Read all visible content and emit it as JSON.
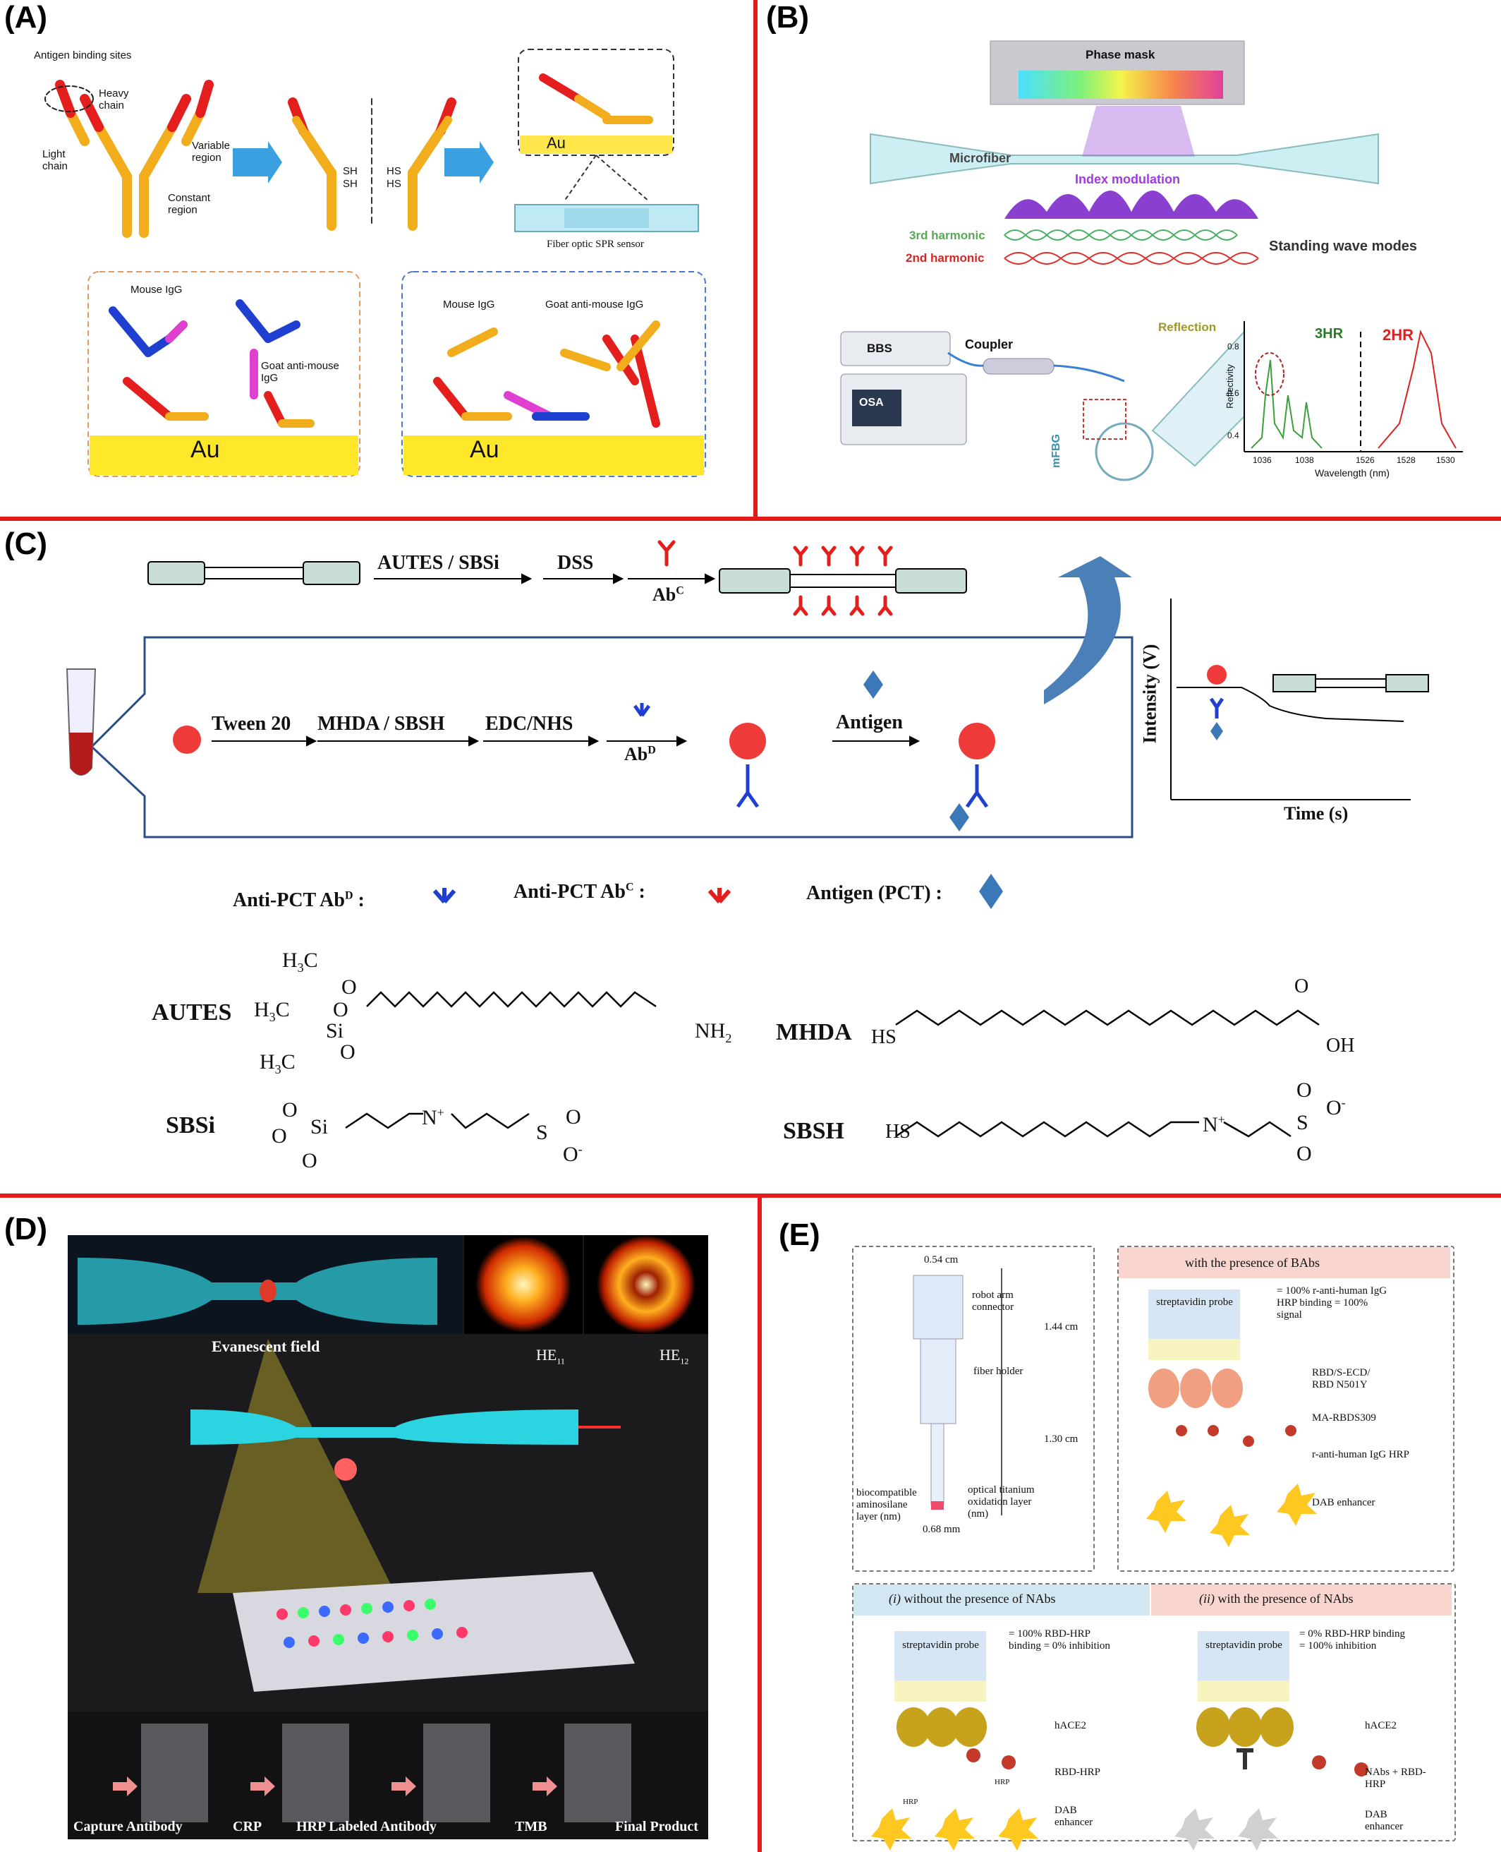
{
  "panels": {
    "A": {
      "label": "(A)",
      "antigen_binding_sites": "Antigen binding sites",
      "heavy_chain": "Heavy chain",
      "light_chain": "Light chain",
      "variable_region": "Variable region",
      "constant_region": "Constant region",
      "sh1": "SH",
      "sh2": "SH",
      "hs1": "HS",
      "hs2": "HS",
      "au_inset": "Au",
      "sensor_caption": "Fiber optic SPR sensor",
      "mouse_igg_left": "Mouse IgG",
      "goat_anti_left": "Goat anti-mouse IgG",
      "au_left": "Au",
      "mouse_igg_right": "Mouse IgG",
      "goat_anti_right": "Goat anti-mouse IgG",
      "au_right": "Au"
    },
    "B": {
      "label": "(B)",
      "phase_mask": "Phase mask",
      "microfiber": "Microfiber",
      "index_modulation": "Index modulation",
      "third_harmonic": "3rd harmonic",
      "second_harmonic": "2nd harmonic",
      "standing_wave": "Standing wave modes",
      "bbs": "BBS",
      "osa": "OSA",
      "coupler": "Coupler",
      "mfbg": "mFBG",
      "reflection": "Reflection",
      "hr3": "3HR",
      "hr2": "2HR",
      "ylabel": "Reflectivity",
      "xlabel": "Wavelength (nm)",
      "yticks": [
        "0.8",
        "0.6",
        "0.4"
      ],
      "xticks": [
        "1036",
        "1038",
        "1526",
        "1528",
        "1530"
      ]
    },
    "C": {
      "label": "(C)",
      "step1": "AUTES / SBSi",
      "step2": "DSS",
      "abc": "Ab",
      "abc_sup": "C",
      "tween": "Tween 20",
      "mhda_sbsh": "MHDA / SBSH",
      "edc": "EDC/NHS",
      "abd": "Ab",
      "abd_sup": "D",
      "antigen": "Antigen",
      "ylabel": "Intensity (V)",
      "xlabel": "Time (s)",
      "legend_abd": "Anti-PCT Ab",
      "legend_abd_sup": "D",
      "legend_abc": "Anti-PCT Ab",
      "legend_abc_sup": "C",
      "legend_antigen": "Antigen (PCT) :",
      "colon": ":",
      "autes": "AUTES",
      "mhda": "MHDA",
      "sbsi": "SBSi",
      "sbsh": "SBSH",
      "h3c": "H",
      "three": "3",
      "c": "C",
      "si": "Si",
      "o": "O",
      "nh2": "NH",
      "two": "2",
      "hs": "HS",
      "oh": "OH",
      "n": "N",
      "s": "S",
      "plus": "+",
      "minus": "-"
    },
    "D": {
      "label": "(D)",
      "evanescent": "Evanescent field",
      "he11": "HE",
      "he11_sub": "11",
      "he12": "HE",
      "he12_sub": "12",
      "steps": [
        "Capture Antibody",
        "CRP",
        "HRP Labeled Antibody",
        "TMB",
        "Final Product"
      ]
    },
    "E": {
      "label": "(E)",
      "dim_054": "0.54 cm",
      "robot_arm": "robot arm connector",
      "fiber_holder": "fiber holder",
      "dim_144": "1.44 cm",
      "dim_130": "1.30 cm",
      "bio_layer": "biocompatible aminosilane layer (nm)",
      "optical_layer": "optical titanium oxidation layer (nm)",
      "dim_068": "0.68 mm",
      "with_babs": "with the presence of BAbs",
      "probe": "streptavidin probe",
      "babs_note": "= 100% r-anti-human IgG HRP binding = 100% signal",
      "rbd": "RBD/S-ECD/ RBD N501Y",
      "ma": "MA-RBDS309",
      "r_anti": "r-anti-human IgG HRP",
      "dab": "DAB enhancer",
      "without_nabs": "without the presence of NAbs",
      "without_nabs_i": "(i)",
      "with_nabs": "with the presence of NAbs",
      "with_nabs_ii": "(ii)",
      "note_i": "= 100% RBD-HRP binding = 0% inhibition",
      "note_ii": "= 0% RBD-HRP binding = 100% inhibition",
      "hace2": "hACE2",
      "rbd_hrp": "RBD-HRP",
      "nabs_rbd": "NAbs + RBD-HRP",
      "hrp": "HRP"
    }
  },
  "colors": {
    "divider": "#e51b1b",
    "red": "#e41d1d",
    "yellow": "#f3ae1f",
    "blue": "#1f3fd1",
    "magenta": "#e040d0",
    "gold": "#ffe64a"
  }
}
